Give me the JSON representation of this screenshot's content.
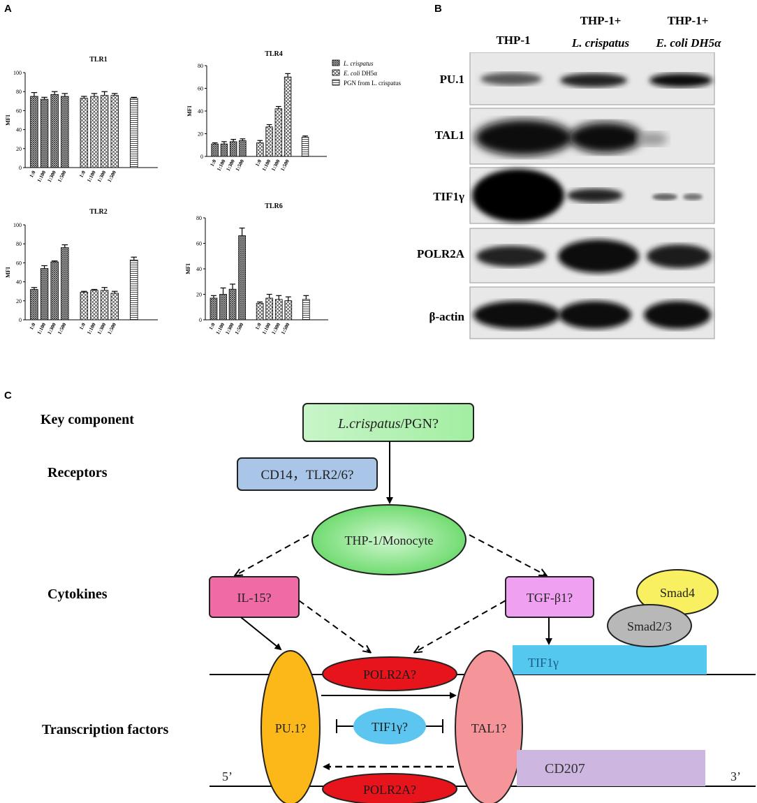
{
  "panels": {
    "a": "A",
    "b": "B",
    "c": "C"
  },
  "panel_a": {
    "legend": [
      {
        "text": "L. crispatus",
        "italic": true,
        "pattern": "hatch-dense"
      },
      {
        "text": "E. coli DH5α",
        "italic_prefix": "E. coli",
        "rest": " DH5α",
        "pattern": "check"
      },
      {
        "text": "PGN from L. crispatus",
        "pattern": "hlines"
      }
    ],
    "x_ticks": [
      "1:0",
      "1:100",
      "1:300",
      "1:500"
    ]
  },
  "chart_data": [
    {
      "type": "bar",
      "title": "TLR1",
      "ylabel": "MFI",
      "ylim": [
        0,
        100
      ],
      "yticks": [
        0,
        20,
        40,
        60,
        80,
        100
      ],
      "categories": [
        "1:0",
        "1:100",
        "1:300",
        "1:500"
      ],
      "series": [
        {
          "name": "L. crispatus",
          "values": [
            75,
            72,
            77,
            75
          ],
          "errors": [
            4,
            2,
            3,
            3
          ]
        },
        {
          "name": "E. coli DH5α",
          "values": [
            73,
            75,
            76,
            76
          ],
          "errors": [
            2,
            3,
            4,
            2
          ]
        },
        {
          "name": "PGN from L. crispatus",
          "values": [
            73
          ],
          "errors": [
            1
          ]
        }
      ]
    },
    {
      "type": "bar",
      "title": "TLR4",
      "ylabel": "MFI",
      "ylim": [
        0,
        80
      ],
      "yticks": [
        0,
        20,
        40,
        60,
        80
      ],
      "categories": [
        "1:0",
        "1:100",
        "1:300",
        "1:500"
      ],
      "series": [
        {
          "name": "L. crispatus",
          "values": [
            11,
            11,
            13,
            14
          ],
          "errors": [
            1,
            2,
            2,
            1.5
          ]
        },
        {
          "name": "E. coli DH5α",
          "values": [
            12,
            26,
            42,
            70
          ],
          "errors": [
            2,
            2,
            2,
            3
          ]
        },
        {
          "name": "PGN from L. crispatus",
          "values": [
            17
          ],
          "errors": [
            1
          ]
        }
      ]
    },
    {
      "type": "bar",
      "title": "TLR2",
      "ylabel": "MFI",
      "ylim": [
        0,
        100
      ],
      "yticks": [
        0,
        20,
        40,
        60,
        80,
        100
      ],
      "categories": [
        "1:0",
        "1:100",
        "1:300",
        "1:500"
      ],
      "series": [
        {
          "name": "L. crispatus",
          "values": [
            32,
            54,
            61,
            76
          ],
          "errors": [
            2,
            3,
            1,
            3
          ]
        },
        {
          "name": "E. coli DH5α",
          "values": [
            29,
            31,
            31,
            28
          ],
          "errors": [
            1,
            1,
            3,
            2
          ]
        },
        {
          "name": "PGN from L. crispatus",
          "values": [
            63
          ],
          "errors": [
            3
          ]
        }
      ]
    },
    {
      "type": "bar",
      "title": "TLR6",
      "ylabel": "MFI",
      "ylim": [
        0,
        80
      ],
      "yticks": [
        0,
        20,
        40,
        60,
        80
      ],
      "categories": [
        "1:0",
        "1:100",
        "1:300",
        "1:500"
      ],
      "series": [
        {
          "name": "L. crispatus",
          "values": [
            17,
            20,
            24,
            66
          ],
          "errors": [
            2,
            5,
            4,
            6
          ]
        },
        {
          "name": "E. coli DH5α",
          "values": [
            13,
            17,
            16,
            15
          ],
          "errors": [
            1,
            3,
            3,
            3
          ]
        },
        {
          "name": "PGN from L. crispatus",
          "values": [
            16
          ],
          "errors": [
            3
          ]
        }
      ]
    }
  ],
  "panel_b": {
    "columns": [
      {
        "line1": "",
        "line2": "THP-1"
      },
      {
        "line1": "THP-1+",
        "line2": "L. crispatus"
      },
      {
        "line1": "THP-1+",
        "line2": "E. coli DH5α"
      }
    ],
    "rows": [
      "PU.1",
      "TAL1",
      "TIF1γ",
      "POLR2A",
      "β-actin"
    ]
  },
  "panel_c": {
    "levels": [
      "Key component",
      "Receptors",
      "Cytokines",
      "Transcription factors"
    ],
    "key_component": {
      "italic": "L.crispatus",
      "rest": "/PGN?"
    },
    "receptor": "CD14，TLR2/6?",
    "cell": "THP-1/Monocyte",
    "il15": "IL-15?",
    "tgfb1": "TGF-β1?",
    "smad4": "Smad4",
    "smad23": "Smad2/3",
    "tif1g_gene": "TIF1γ",
    "pu1": "PU.1?",
    "tal1": "TAL1?",
    "polr2a": "POLR2A?",
    "tif1g": "TIF1γ?",
    "cd207": "CD207",
    "five_prime": "5’",
    "three_prime": "3’",
    "colors": {
      "green": "#a6f0a6",
      "blue": "#a9c6e8",
      "pink": "#f06aa6",
      "violet": "#f0a0f0",
      "yellow": "#f8f060",
      "grey": "#b8b8b8",
      "cyan": "#55c8f0",
      "orange": "#fbb818",
      "red": "#e8141c",
      "salmon": "#f5959a",
      "lightblue": "#5cc6f0",
      "lavender": "#cdb6e0"
    }
  }
}
